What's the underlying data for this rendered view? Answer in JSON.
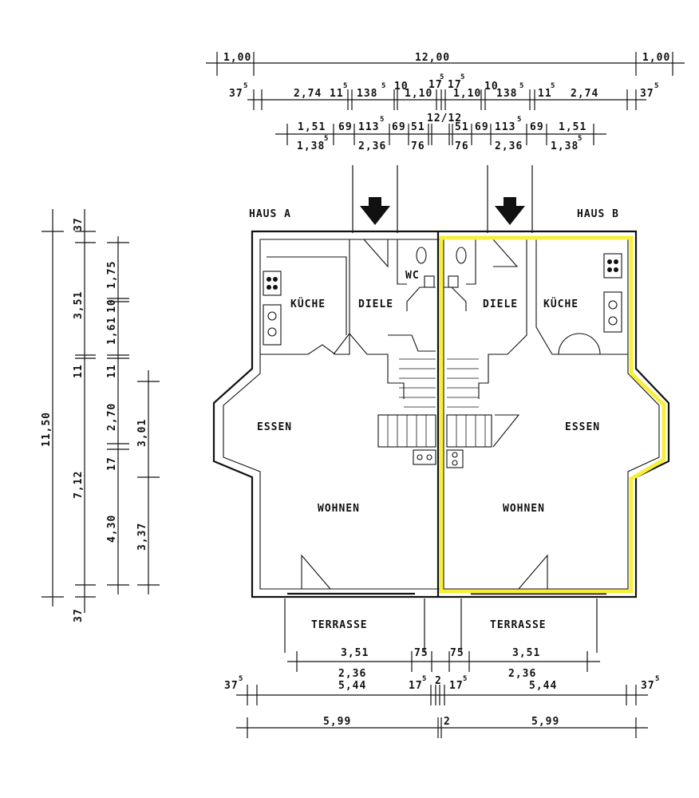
{
  "houses": {
    "a": "HAUS A",
    "b": "HAUS B"
  },
  "rooms": {
    "kueche_a": "KÜCHE",
    "diele_a": "DIELE",
    "wc_a": "WC",
    "essen_a": "ESSEN",
    "wohnen_a": "WOHNEN",
    "terrasse_a": "TERRASSE",
    "kueche_b": "KÜCHE",
    "diele_b": "DIELE",
    "essen_b": "ESSEN",
    "wohnen_b": "WOHNEN",
    "terrasse_b": "TERRASSE"
  },
  "top_dims": {
    "row1": [
      "1,00",
      "12,00",
      "1,00"
    ],
    "row2": [
      "37",
      "2,74",
      "11",
      "138",
      "10",
      "1,10",
      "17",
      "17",
      "1,10",
      "10",
      "138",
      "11",
      "2,74",
      "37"
    ],
    "row2_sup": "5",
    "row3": [
      "1,51",
      "69",
      "113",
      "69",
      "51",
      "12/12",
      "51",
      "69",
      "113",
      "69",
      "1,51"
    ],
    "row4": [
      "1,38",
      "2,36",
      "76",
      "76",
      "2,36",
      "1,38"
    ]
  },
  "left_dims": [
    "37",
    "3,51",
    "11",
    "7,12",
    "37",
    "11,50",
    "1,75",
    "10",
    "1,61",
    "11",
    "2,70",
    "17",
    "4,30",
    "3,01",
    "3,37"
  ],
  "bottom_dims": {
    "row1": [
      "3,51",
      "75",
      "75",
      "3,51"
    ],
    "row2": [
      "2,36",
      "2,36"
    ],
    "row3": [
      "37",
      "5,44",
      "17",
      "2",
      "17",
      "5,44",
      "37"
    ],
    "row4": [
      "5,99",
      "2",
      "5,99"
    ]
  },
  "highlight_color": "#f7ef3b"
}
